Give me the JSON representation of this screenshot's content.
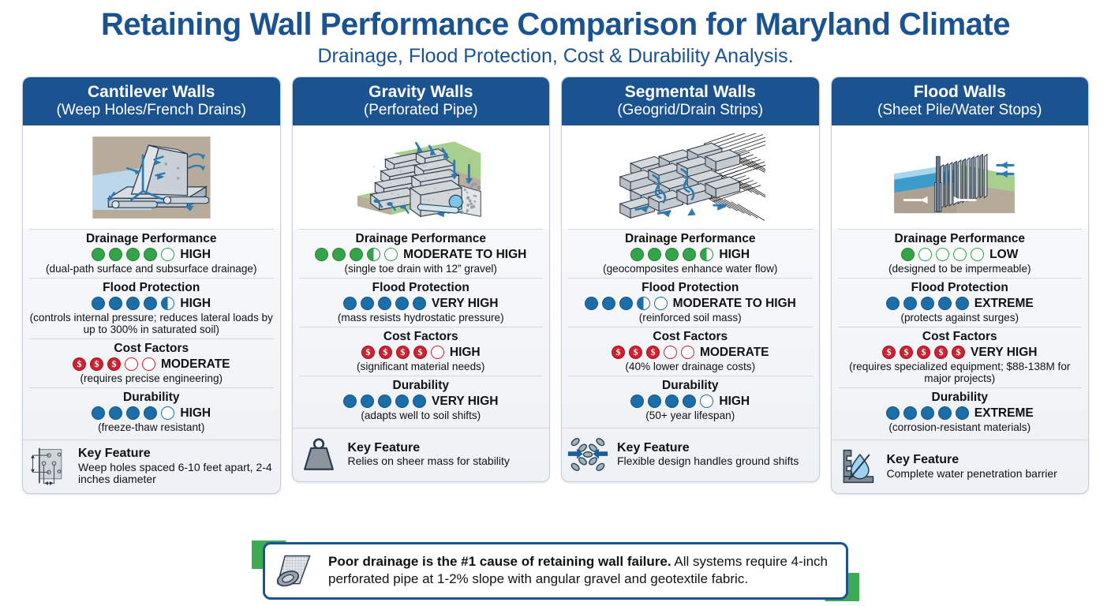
{
  "header": {
    "title": "Retaining Wall Performance Comparison for Maryland Climate",
    "subtitle": "Drainage, Flood Protection, Cost & Durability Analysis."
  },
  "colors": {
    "brand_blue": "#1b5390",
    "green": "#35a348",
    "blue_dot": "#1c6ea8",
    "red": "#cf2230",
    "accent_green": "#3faa55"
  },
  "columns": [
    {
      "title": "Cantilever Walls",
      "subtitle": "(Weep Holes/French Drains)",
      "illustration": "cantilever-wall-diagram",
      "metrics": [
        {
          "label": "Drainage Performance",
          "rating": "HIGH",
          "note": "(dual-path surface and subsurface drainage)",
          "scale": "green",
          "dots": [
            "full",
            "full",
            "full",
            "full",
            "empty"
          ]
        },
        {
          "label": "Flood Protection",
          "rating": "HIGH",
          "note": "(controls internal pressure; reduces lateral loads by up to 300% in saturated soil)",
          "scale": "blue",
          "dots": [
            "full",
            "full",
            "full",
            "full",
            "half"
          ]
        },
        {
          "label": "Cost Factors",
          "rating": "MODERATE",
          "note": "(requires precise engineering)",
          "scale": "money",
          "dots": [
            "full",
            "full",
            "full",
            "empty",
            "empty"
          ]
        },
        {
          "label": "Durability",
          "rating": "HIGH",
          "note": "(freeze-thaw resistant)",
          "scale": "blue",
          "dots": [
            "full",
            "full",
            "full",
            "full",
            "empty"
          ]
        }
      ],
      "key_feature": {
        "title": "Key Feature",
        "desc": "Weep holes spaced 6-10 feet apart, 2-4 inches diameter",
        "icon": "weep-holes-icon"
      }
    },
    {
      "title": "Gravity Walls",
      "subtitle": "(Perforated Pipe)",
      "illustration": "gravity-wall-diagram",
      "metrics": [
        {
          "label": "Drainage Performance",
          "rating": "MODERATE TO HIGH",
          "note": "(single toe drain with 12” gravel)",
          "scale": "green",
          "dots": [
            "full",
            "full",
            "full",
            "half",
            "empty"
          ]
        },
        {
          "label": "Flood Protection",
          "rating": "VERY HIGH",
          "note": "(mass resists hydrostatic pressure)",
          "scale": "blue",
          "dots": [
            "full",
            "full",
            "full",
            "full",
            "full"
          ]
        },
        {
          "label": "Cost Factors",
          "rating": "HIGH",
          "note": "(significant material needs)",
          "scale": "money",
          "dots": [
            "full",
            "full",
            "full",
            "full",
            "empty"
          ]
        },
        {
          "label": "Durability",
          "rating": "VERY HIGH",
          "note": "(adapts well to soil shifts)",
          "scale": "blue",
          "dots": [
            "full",
            "full",
            "full",
            "full",
            "full"
          ]
        }
      ],
      "key_feature": {
        "title": "Key Feature",
        "desc": "Relies on sheer mass for stability",
        "icon": "weight-icon"
      }
    },
    {
      "title": "Segmental Walls",
      "subtitle": "(Geogrid/Drain Strips)",
      "illustration": "segmental-wall-diagram",
      "metrics": [
        {
          "label": "Drainage Performance",
          "rating": "HIGH",
          "note": "(geocomposites enhance water flow)",
          "scale": "green",
          "dots": [
            "full",
            "full",
            "full",
            "full",
            "half"
          ]
        },
        {
          "label": "Flood Protection",
          "rating": "MODERATE TO HIGH",
          "note": "(reinforced soil mass)",
          "scale": "blue",
          "dots": [
            "full",
            "full",
            "full",
            "half",
            "empty"
          ]
        },
        {
          "label": "Cost Factors",
          "rating": "MODERATE",
          "note": "(40% lower drainage costs)",
          "scale": "money",
          "dots": [
            "full",
            "full",
            "full",
            "empty",
            "empty"
          ]
        },
        {
          "label": "Durability",
          "rating": "HIGH",
          "note": "(50+ year lifespan)",
          "scale": "blue",
          "dots": [
            "full",
            "full",
            "full",
            "full",
            "empty"
          ]
        }
      ],
      "key_feature": {
        "title": "Key Feature",
        "desc": "Flexible design handles ground shifts",
        "icon": "flexible-joint-icon"
      }
    },
    {
      "title": "Flood Walls",
      "subtitle": "(Sheet Pile/Water Stops)",
      "illustration": "flood-wall-diagram",
      "metrics": [
        {
          "label": "Drainage Performance",
          "rating": "LOW",
          "note": "(designed to be impermeable)",
          "scale": "green",
          "dots": [
            "full",
            "empty",
            "empty",
            "empty",
            "empty"
          ]
        },
        {
          "label": "Flood Protection",
          "rating": "EXTREME",
          "note": "(protects against surges)",
          "scale": "blue",
          "dots": [
            "full",
            "full",
            "full",
            "full",
            "full"
          ]
        },
        {
          "label": "Cost Factors",
          "rating": "VERY HIGH",
          "note": "(requires specialized equipment; $88-138M for major projects)",
          "scale": "money",
          "dots": [
            "full",
            "full",
            "full",
            "full",
            "full"
          ]
        },
        {
          "label": "Durability",
          "rating": "EXTREME",
          "note": "(corrosion-resistant materials)",
          "scale": "blue",
          "dots": [
            "full",
            "full",
            "full",
            "full",
            "full"
          ]
        }
      ],
      "key_feature": {
        "title": "Key Feature",
        "desc": "Complete water penetration barrier",
        "icon": "water-barrier-icon"
      }
    }
  ],
  "footer": {
    "icon": "geotextile-roll-icon",
    "bold_text": "Poor drainage is the #1 cause of retaining wall failure.",
    "rest_text": " All systems require 4-inch perforated pipe at 1-2% slope with angular gravel and geotextile fabric."
  }
}
